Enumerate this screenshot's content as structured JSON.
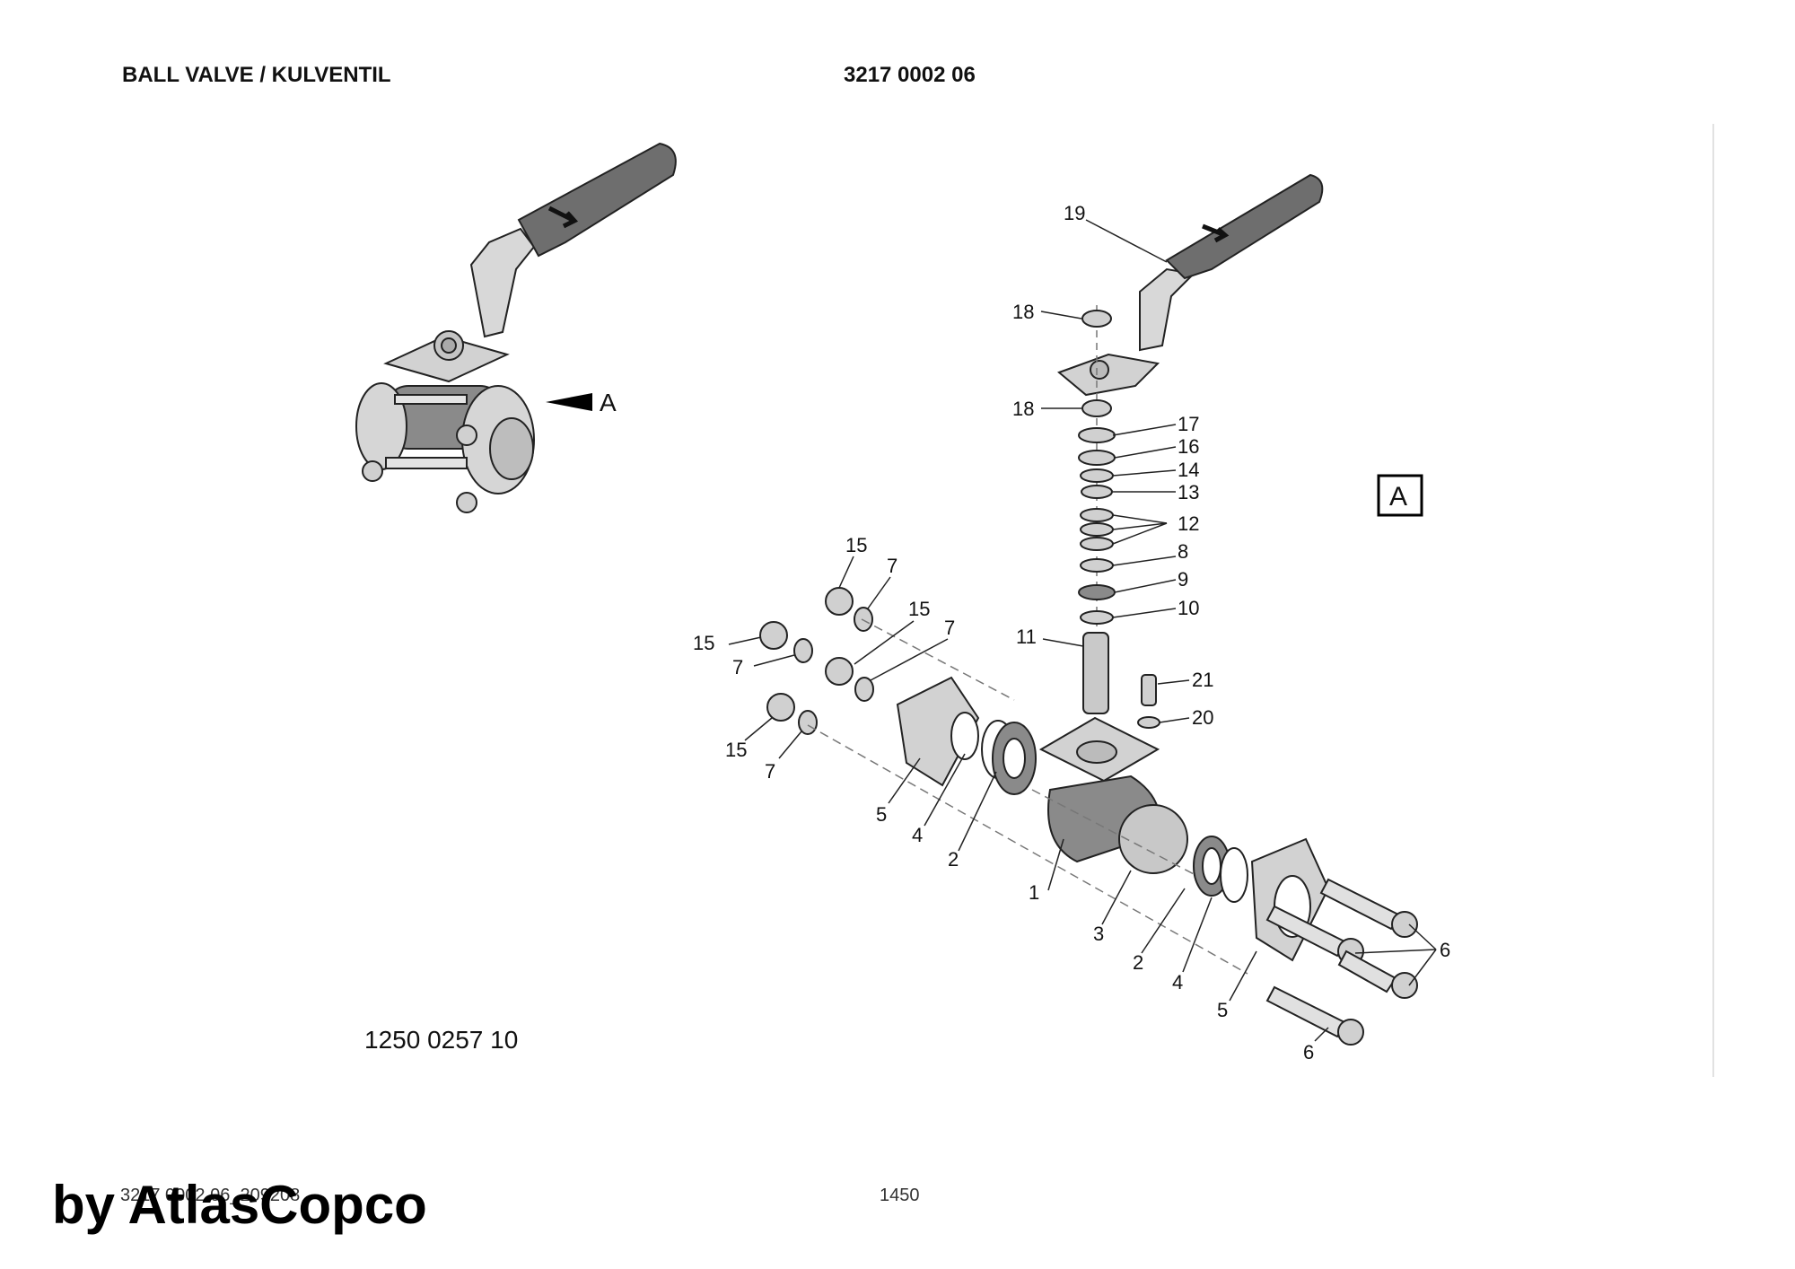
{
  "header": {
    "title": "BALL VALVE / KULVENTIL",
    "doc_number": "3217 0002 06"
  },
  "view_marker": "A",
  "detail_box": "A",
  "reference_number": "1250 0257 10",
  "footer": {
    "code": "3217 0002 06_209208",
    "page": "1450",
    "brand": "by AtlasCopco"
  },
  "callouts": [
    "19",
    "18",
    "18",
    "17",
    "16",
    "14",
    "13",
    "12",
    "8",
    "9",
    "10",
    "11",
    "21",
    "20",
    "15",
    "7",
    "15",
    "7",
    "15",
    "7",
    "15",
    "7",
    "5",
    "4",
    "2",
    "1",
    "3",
    "2",
    "4",
    "5",
    "6",
    "6"
  ],
  "colors": {
    "handle": "#6e6e6e",
    "part_fill": "#d2d2d2",
    "dark_part": "#8a8a8a",
    "line": "#222222"
  }
}
